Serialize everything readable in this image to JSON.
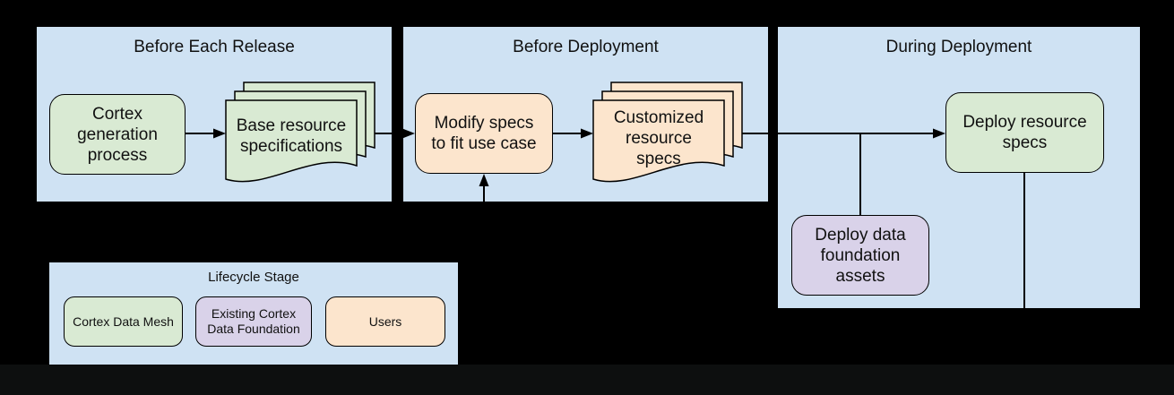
{
  "figure": {
    "type": "flow-diagram",
    "description_visible_stages": 3
  },
  "colors": {
    "background": "#000000",
    "panel_fill": "#cfe2f3",
    "cortex_data_mesh": "#d9ead3",
    "existing_cortex_data_foundation": "#d9d2e9",
    "users": "#fce5cd",
    "connector": "#000000",
    "text": "#111111"
  },
  "panels": {
    "before_each_release": {
      "title": "Before Each Release"
    },
    "before_deployment": {
      "title": "Before Deployment"
    },
    "during_deployment": {
      "title": "During Deployment"
    }
  },
  "nodes": {
    "cortex_generation": {
      "lines": [
        "Cortex",
        "generation",
        "process"
      ],
      "shape": "rounded-rect",
      "color": "#d9ead3"
    },
    "base_resource_specs": {
      "lines": [
        "Base resource",
        "specifications"
      ],
      "shape": "document-stack",
      "color": "#d9ead3"
    },
    "modify_specs": {
      "lines": [
        "Modify specs",
        "to fit use case"
      ],
      "shape": "rounded-rect",
      "color": "#fce5cd"
    },
    "customized_specs": {
      "lines": [
        "Customized",
        "resource",
        "specs"
      ],
      "shape": "document-stack",
      "color": "#fce5cd"
    },
    "deploy_resource_specs": {
      "lines": [
        "Deploy resource",
        "specs"
      ],
      "shape": "rounded-rect",
      "color": "#d9ead3"
    },
    "deploy_data_foundation": {
      "lines": [
        "Deploy data",
        "foundation",
        "assets"
      ],
      "shape": "rounded-rect",
      "color": "#d9d2e9"
    }
  },
  "legend": {
    "title": "Lifecycle Stage",
    "items": [
      {
        "lines": [
          "Cortex Data Mesh"
        ],
        "color": "#d9ead3"
      },
      {
        "lines": [
          "Existing Cortex",
          "Data Foundation"
        ],
        "color": "#d9d2e9"
      },
      {
        "lines": [
          "Users"
        ],
        "color": "#fce5cd"
      }
    ]
  }
}
